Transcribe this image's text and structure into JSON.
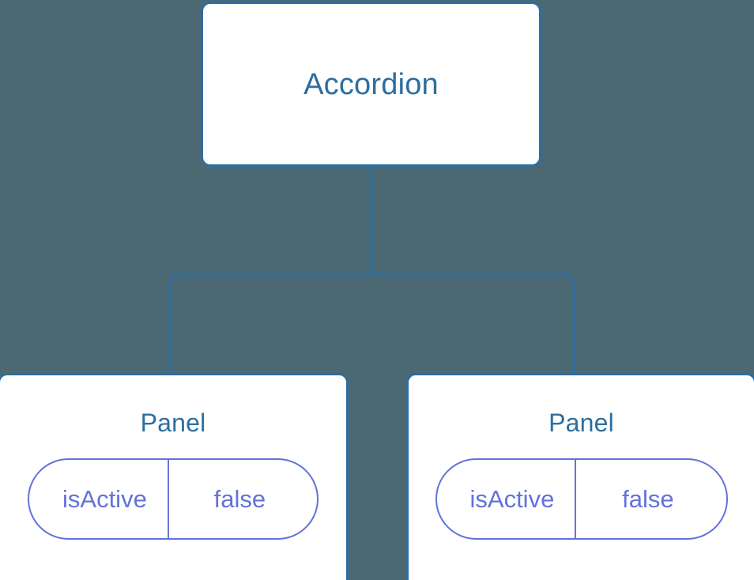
{
  "diagram": {
    "type": "component-tree",
    "background_color": "#4c6873",
    "node_border_color": "#2d6e9e",
    "node_text_color": "#2d6e9e",
    "node_fill_color": "#ffffff",
    "edge_color": "#2d6e9e",
    "state_border_color": "#6272d9",
    "state_text_color": "#6272d9",
    "root": {
      "title": "Accordion"
    },
    "children": [
      {
        "title": "Panel",
        "state": {
          "key": "isActive",
          "value": "false"
        }
      },
      {
        "title": "Panel",
        "state": {
          "key": "isActive",
          "value": "false"
        }
      }
    ]
  }
}
